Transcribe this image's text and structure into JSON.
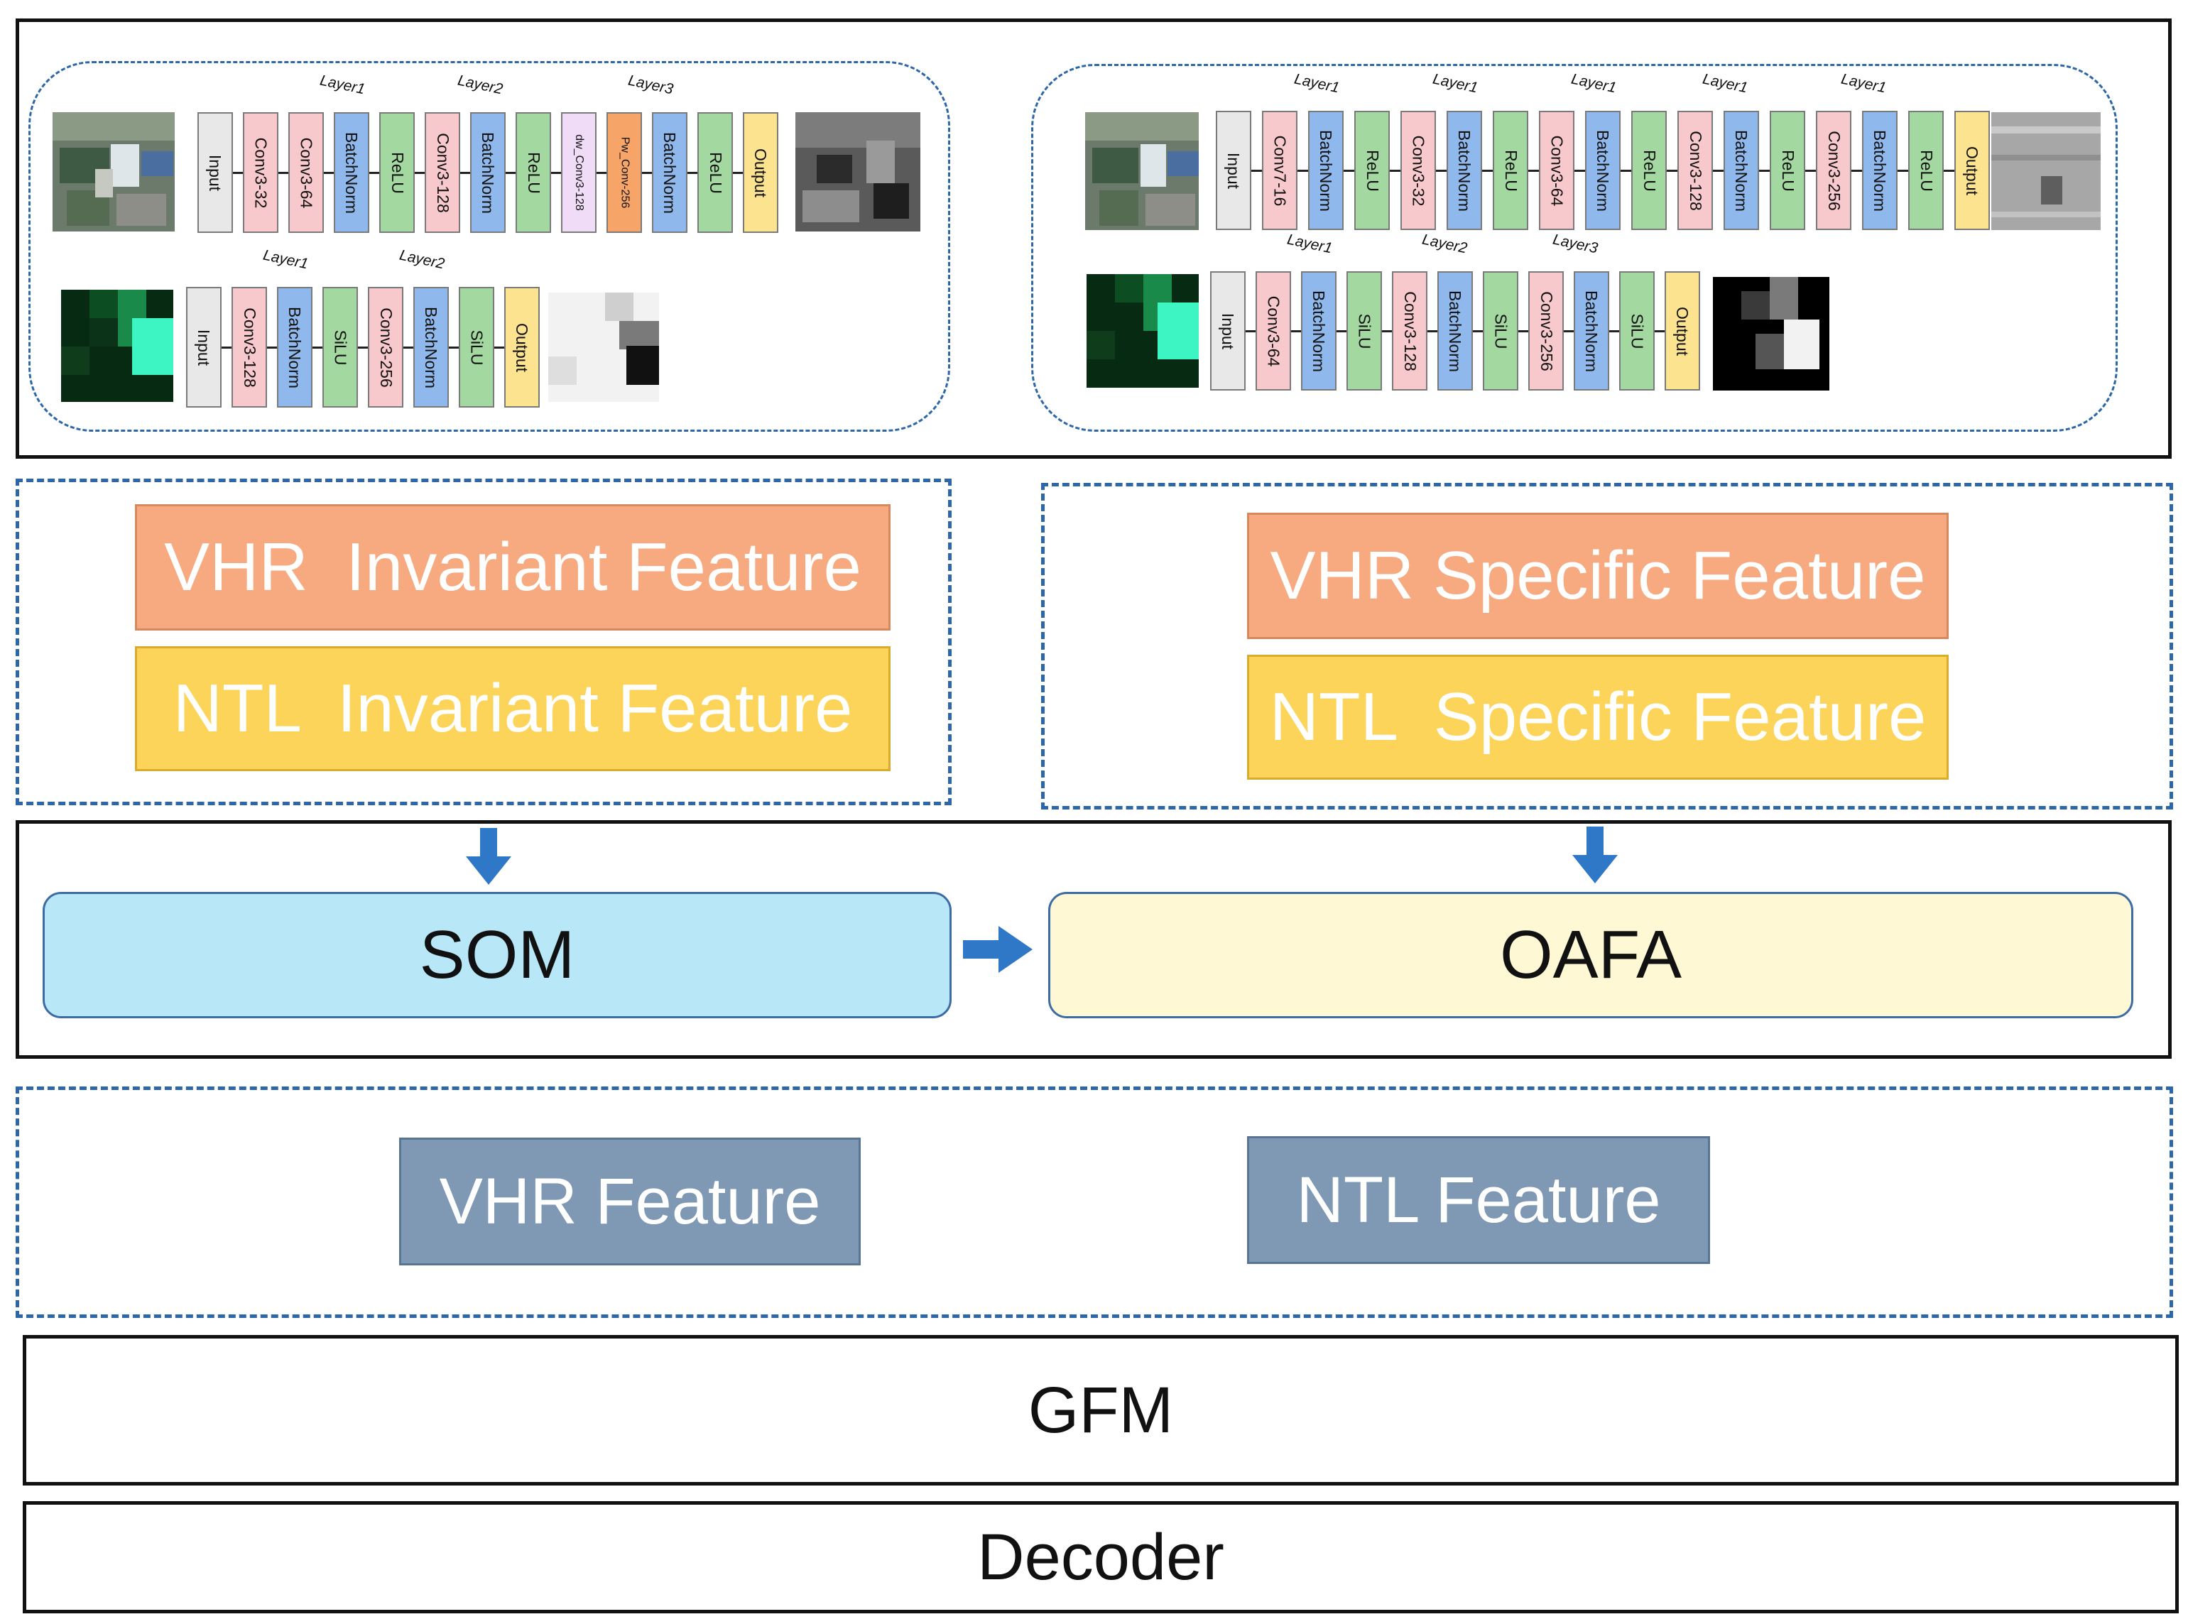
{
  "encoders": {
    "vhr_invariant": {
      "layer_labels": [
        "Layer1",
        "Layer2",
        "Layer3"
      ],
      "blocks": [
        "Input",
        "Conv3-32",
        "Conv3-64",
        "BatchNorm",
        "ReLU",
        "Conv3-128",
        "BatchNorm",
        "ReLU",
        "dw_Conv3-128",
        "Pw_Conv-256",
        "BatchNorm",
        "ReLU",
        "Output"
      ]
    },
    "ntl_invariant": {
      "layer_labels": [
        "Layer1",
        "Layer2"
      ],
      "blocks": [
        "Input",
        "Conv3-128",
        "BatchNorm",
        "SiLU",
        "Conv3-256",
        "BatchNorm",
        "SiLU",
        "Output"
      ]
    },
    "vhr_specific": {
      "layer_labels": [
        "Layer1",
        "Layer1",
        "Layer1",
        "Layer1",
        "Layer1"
      ],
      "blocks": [
        "Input",
        "Conv7-16",
        "BatchNorm",
        "ReLU",
        "Conv3-32",
        "BatchNorm",
        "ReLU",
        "Conv3-64",
        "BatchNorm",
        "ReLU",
        "Conv3-128",
        "BatchNorm",
        "ReLU",
        "Conv3-256",
        "BatchNorm",
        "ReLU",
        "Output"
      ]
    },
    "ntl_specific": {
      "layer_labels": [
        "Layer1",
        "Layer2",
        "Layer3"
      ],
      "blocks": [
        "Input",
        "Conv3-64",
        "BatchNorm",
        "SiLU",
        "Conv3-128",
        "BatchNorm",
        "SiLU",
        "Conv3-256",
        "BatchNorm",
        "SiLU",
        "Output"
      ]
    }
  },
  "features": {
    "vhr_invariant": "VHR  Invariant Feature",
    "ntl_invariant": "NTL  Invariant Feature",
    "vhr_specific": "VHR Specific Feature",
    "ntl_specific": "NTL  Specific Feature"
  },
  "fusion": {
    "som": "SOM",
    "oafa": "OAFA"
  },
  "final_features": {
    "vhr": "VHR Feature",
    "ntl": "NTL Feature"
  },
  "gfm": "GFM",
  "decoder": "Decoder",
  "colors": {
    "frame_dash": "#2e67a8",
    "arrow": "#2f78c8",
    "feature_orange": "#f7aa7f",
    "feature_yellow": "#fdd45a",
    "feature_slate": "#7f98b4",
    "som_fill": "#b8e7f8",
    "oafa_fill": "#fff8d4"
  }
}
